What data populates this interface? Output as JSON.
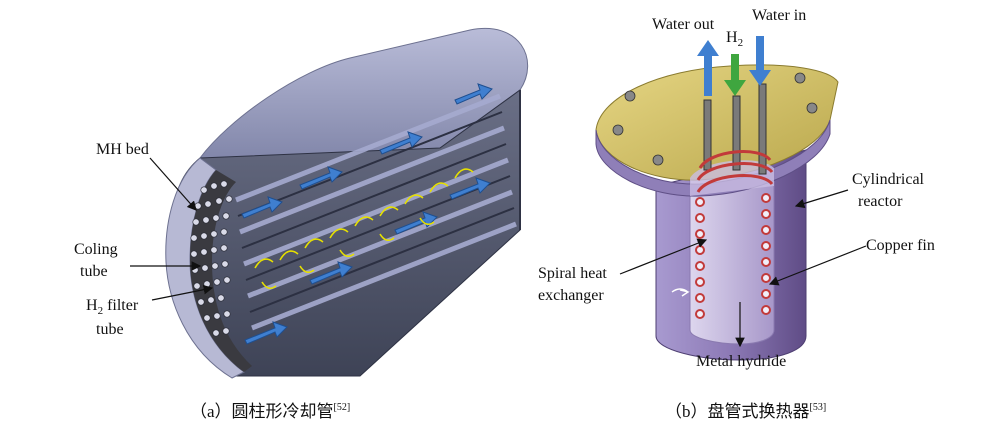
{
  "panel_a": {
    "labels": {
      "mh_bed": "MH bed",
      "cooling_tube_1": "Coling",
      "cooling_tube_2": "tube",
      "h2_main": "H",
      "h2_sub": "2",
      "filter_rest": " filter",
      "filter_tube": "tube"
    },
    "caption": {
      "text": "（a）圆柱形冷却管",
      "ref": "[52]"
    }
  },
  "panel_b": {
    "labels": {
      "water_out": "Water out",
      "water_in": "Water in",
      "h2_main": "H",
      "h2_sub": "2",
      "cylindrical_1": "Cylindrical",
      "cylindrical_2": "reactor",
      "copper_fin": "Copper fin",
      "spiral_1": "Spiral heat",
      "spiral_2": "exchanger",
      "metal_hydride": "Metal hydride"
    },
    "caption": {
      "text": "（b）盘管式换热器",
      "ref": "[53]"
    }
  },
  "colors": {
    "tube_body": "#5c6275",
    "tube_dark": "#33384a",
    "tube_light": "#9aa0c4",
    "mh_bed": "#3a3a40",
    "flow_arrow": "#3f7fd0",
    "h2_arrow": "#3fa63f",
    "reactor": "#8f7bb3",
    "reactor_dark": "#6a5690",
    "lid": "#d2c064",
    "coil": "#c23a3a"
  }
}
